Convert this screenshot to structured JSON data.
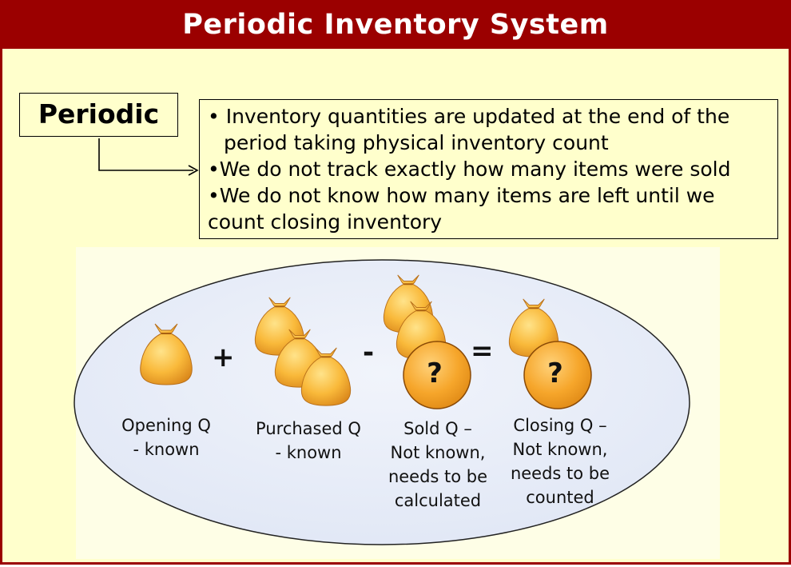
{
  "title": "Periodic Inventory System",
  "periodic_label": "Periodic",
  "bullets": {
    "line1": "• Inventory quantities are updated at the end of the",
    "line2": "period taking physical inventory count",
    "line3": "•We do not track exactly how many items were sold",
    "line4": "•We do not know how many items are left until we",
    "line5": "count closing inventory"
  },
  "operators": {
    "plus": "+",
    "minus": "-",
    "equals": "="
  },
  "unknown_mark": "?",
  "labels": {
    "opening": [
      "Opening Q",
      "- known"
    ],
    "purchased": [
      "Purchased Q",
      "- known"
    ],
    "sold": [
      "Sold Q –",
      "Not known,",
      "needs to be",
      "calculated"
    ],
    "closing": [
      "Closing Q –",
      "Not known,",
      "needs to be",
      "counted"
    ]
  },
  "colors": {
    "title_bar": "#9b0000",
    "background": "#ffffcc",
    "ellipse_fill": "#e6ecf8",
    "bag_fill": "#f7b733",
    "circle_fill": "#f5a623"
  }
}
